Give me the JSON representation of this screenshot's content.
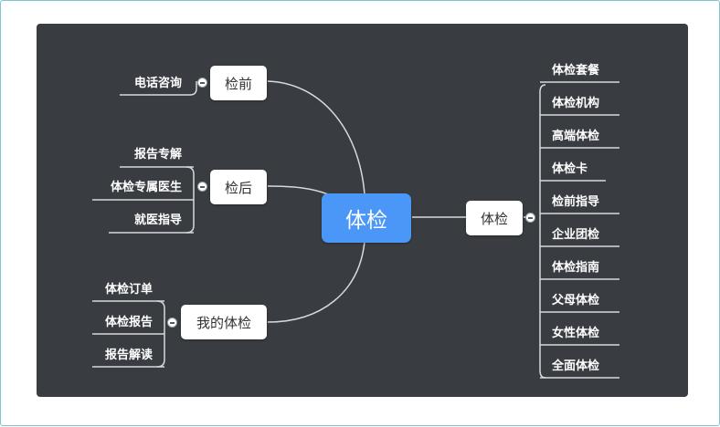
{
  "center": "体检",
  "right_branch": {
    "label": "体检",
    "items": [
      "体检套餐",
      "体检机构",
      "高端体检",
      "体检卡",
      "检前指导",
      "企业团检",
      "体检指南",
      "父母体检",
      "女性体检",
      "全面体检"
    ]
  },
  "left_branches": [
    {
      "label": "检前",
      "items": [
        "电话咨询"
      ]
    },
    {
      "label": "检后",
      "items": [
        "报告专解",
        "体检专属医生",
        "就医指导"
      ]
    },
    {
      "label": "我的体检",
      "items": [
        "体检订单",
        "体检报告",
        "报告解读"
      ]
    }
  ],
  "colors": {
    "canvas": "#393c41",
    "center_node": "#4a97f7",
    "node": "#ffffff",
    "connector": "#d7d9dc",
    "frame_border": "#7fc6cf"
  }
}
